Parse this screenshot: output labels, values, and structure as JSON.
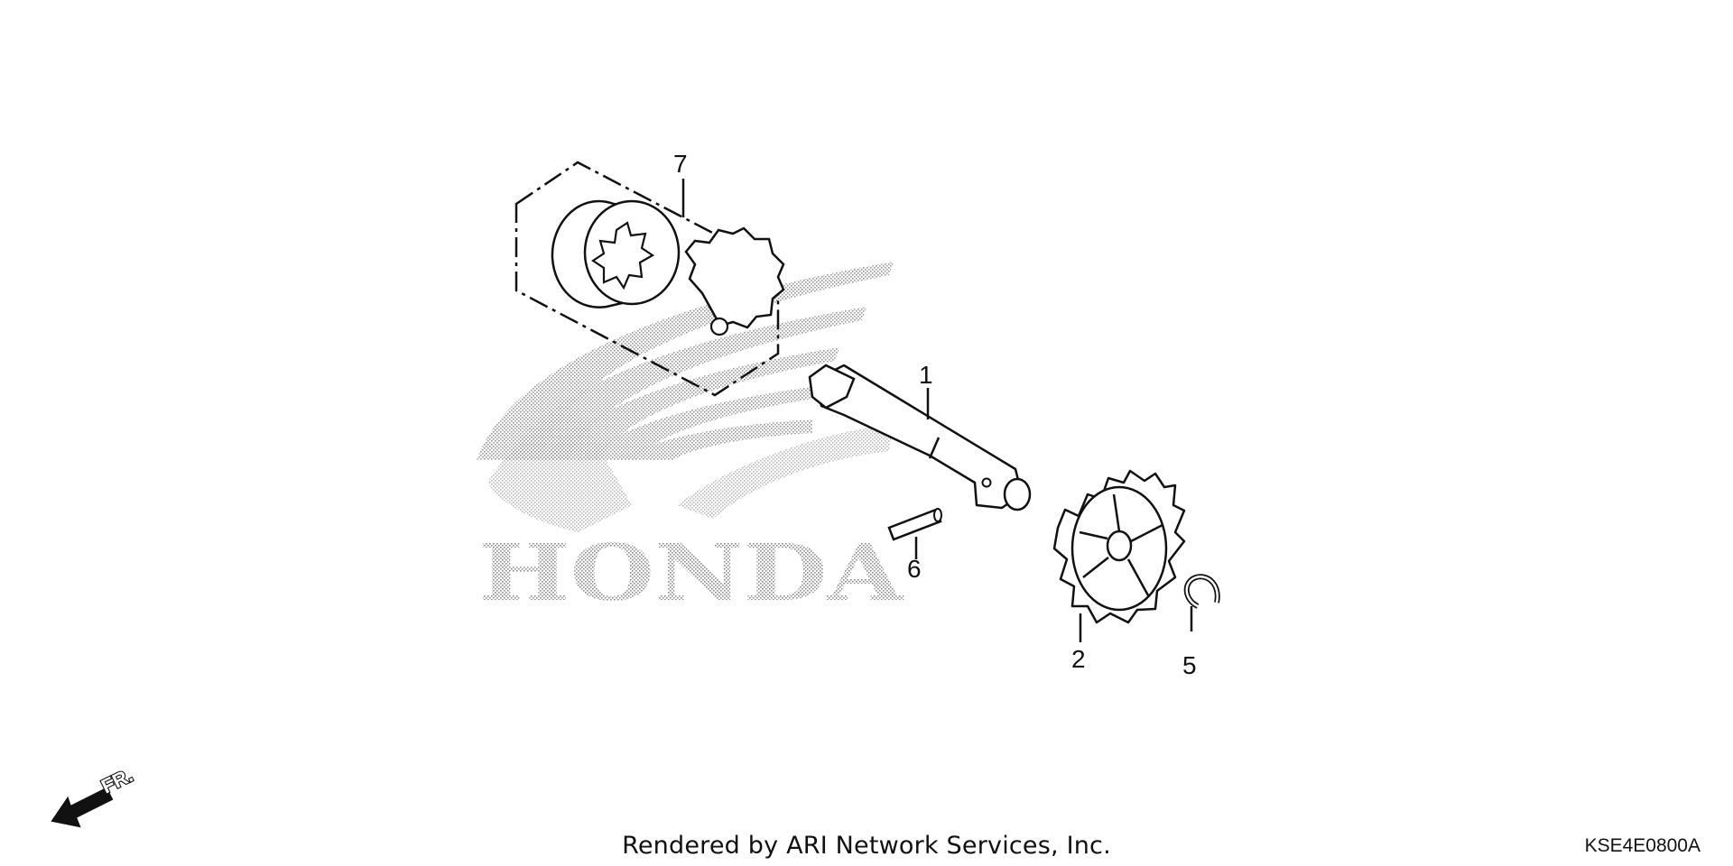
{
  "brand": {
    "watermark_text": "HONDA",
    "watermark_icon": "wing-logo-icon"
  },
  "callouts": {
    "part_1": "1",
    "part_2": "2",
    "part_5": "5",
    "part_6": "6",
    "part_7": "7"
  },
  "direction_marker": {
    "label": "FR.",
    "icon": "arrow-front-left-icon"
  },
  "footer": {
    "credit": "Rendered by ARI Network Services, Inc.",
    "diagram_code": "KSE4E0800A"
  },
  "colors": {
    "line": "#111111",
    "part_fill": "#ffffff",
    "watermark": "#9a9a9a"
  }
}
